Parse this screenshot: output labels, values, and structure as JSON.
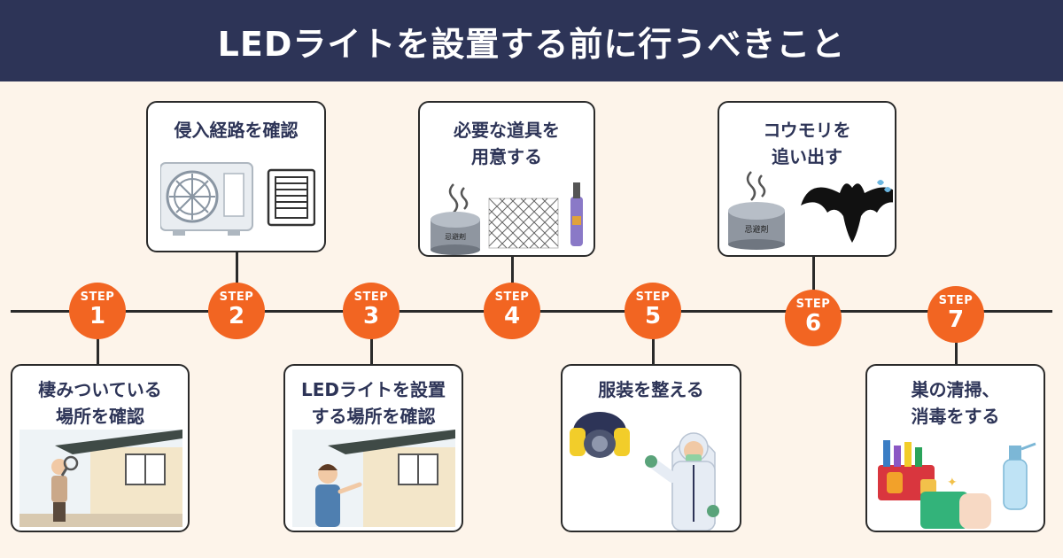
{
  "header": {
    "title": "LEDライトを設置する前に行うべきこと"
  },
  "steps": [
    {
      "label": "STEP",
      "number": "1",
      "title": "棲みついている\n場所を確認"
    },
    {
      "label": "STEP",
      "number": "2",
      "title": "侵入経路を確認"
    },
    {
      "label": "STEP",
      "number": "3",
      "title": "LEDライトを設置\nする場所を確認"
    },
    {
      "label": "STEP",
      "number": "4",
      "title": "必要な道具を\n用意する"
    },
    {
      "label": "STEP",
      "number": "5",
      "title": "服装を整える"
    },
    {
      "label": "STEP",
      "number": "6",
      "title": "コウモリを\n追い出す"
    },
    {
      "label": "STEP",
      "number": "7",
      "title": "巣の清掃、\n消毒をする"
    }
  ],
  "can_label": "忌避剤",
  "colors": {
    "header": "#2d3457",
    "accent": "#f26522",
    "background": "#fdf4ea"
  }
}
